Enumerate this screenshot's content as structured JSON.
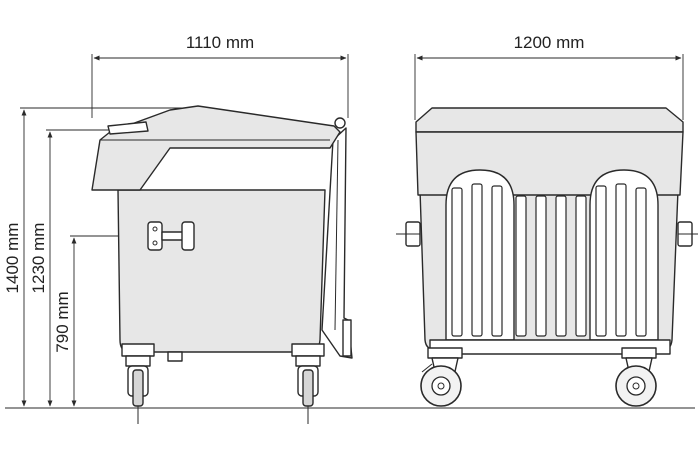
{
  "dimensions": {
    "side_width": "1110 mm",
    "front_width": "1200 mm",
    "total_height": "1400 mm",
    "body_height": "1230 mm",
    "handle_height": "790 mm"
  },
  "colors": {
    "body_fill": "#e7e7e7",
    "line": "#2a2a2a",
    "background": "#ffffff"
  }
}
